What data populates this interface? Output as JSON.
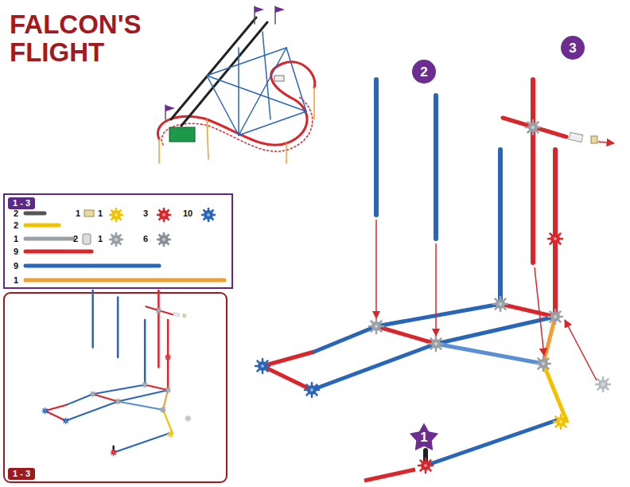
{
  "diagram": {
    "title": "FALCON'S FLIGHT",
    "nodes": [
      {
        "text": [
          "2"
        ]
      },
      {
        "text": [
          "3"
        ]
      },
      {
        "text": [
          "1"
        ]
      }
    ],
    "labels": [
      "1 - 3",
      "2",
      "1",
      "1",
      "3",
      "10",
      "2",
      "1",
      "2",
      "1",
      "6",
      "9",
      "9",
      "1",
      "1 - 3"
    ]
  }
}
